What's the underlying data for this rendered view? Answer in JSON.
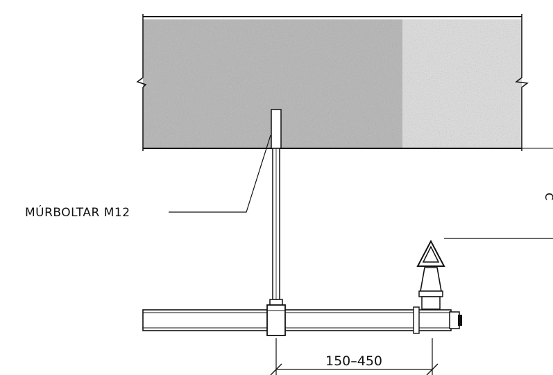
{
  "labels": {
    "anchor_bolt": "MÚRBOLTAR M12",
    "dimension": "150–450",
    "edge_mark": "C"
  },
  "colors": {
    "ink": "#111111",
    "slab_dark": "#a8a8a8",
    "slab_light": "#d6d6d6",
    "paper": "#ffffff"
  }
}
